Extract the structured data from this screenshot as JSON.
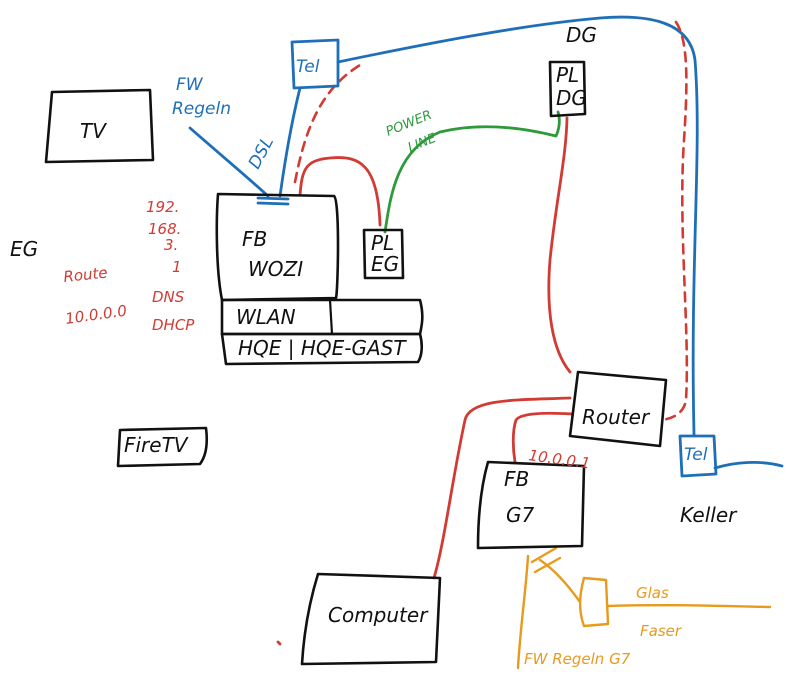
{
  "floors": {
    "dg": "DG",
    "eg": "EG",
    "keller": "Keller"
  },
  "devices": {
    "tv": "TV",
    "firetv": "FireTV",
    "tel_top": "Tel",
    "tel_bottom": "Tel",
    "pl_dg": {
      "line1": "PL",
      "line2": "DG"
    },
    "pl_eg": {
      "line1": "PL",
      "line2": "EG"
    },
    "fb_wozi": {
      "line1": "FB",
      "line2": "WOZI"
    },
    "wlan": "WLAN",
    "hqe": "HQE | HQE-GAST",
    "router": "Router",
    "fb_g7": {
      "line1": "FB",
      "line2": "G7"
    },
    "computer": "Computer",
    "glas_box": ""
  },
  "labels": {
    "fw_regeln_top": {
      "line1": "FW",
      "line2": "Regeln"
    },
    "dsl": "DSL",
    "power_line": {
      "line1": "POWER",
      "line2": "LINE"
    },
    "ip_wozi": {
      "l1": "192.",
      "l2": "168.",
      "l3": "3.",
      "l4": "1"
    },
    "route": {
      "line1": "Route",
      "line2": "10.0.0.0"
    },
    "dns_dhcp": {
      "line1": "DNS",
      "line2": "DHCP"
    },
    "ip_g7": "10.0.0.1",
    "glas": "Glas",
    "faser": "Faser",
    "fw_regeln_g7": "FW Regeln G7"
  },
  "colors": {
    "ink": "#111111",
    "telephone": "#1f6fb8",
    "ethernet": "#d23a34",
    "powerline": "#2e9a3a",
    "fiber": "#e89a1c"
  }
}
